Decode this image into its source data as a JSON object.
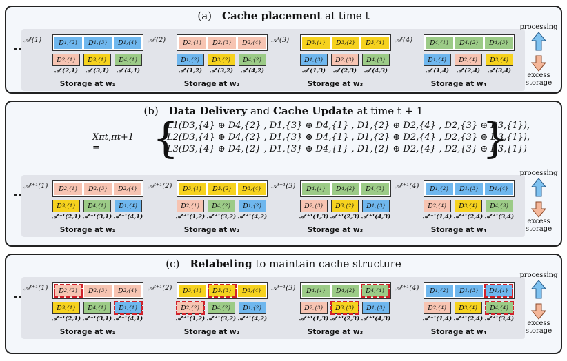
{
  "panels": [
    {
      "title": {
        "prefix": "(a)",
        "bold": "Cache placement",
        "rest": "at time t"
      },
      "workers": [
        {
          "top_label": "𝒜ᵗ(1)",
          "top": [
            {
              "t": "D1,{2}",
              "c": "blue"
            },
            {
              "t": "D1,{3}",
              "c": "blue"
            },
            {
              "t": "D1,{4}",
              "c": "blue"
            }
          ],
          "bottom": [
            {
              "t": "D2,{1}",
              "c": "pink",
              "l": "𝒜ᵗ(2,1)"
            },
            {
              "t": "D3,{1}",
              "c": "yellow",
              "l": "𝒜ᵗ(3,1)"
            },
            {
              "t": "D4,{1}",
              "c": "green",
              "l": "𝒜ᵗ(4,1)"
            }
          ],
          "storage": "Storage at w₁"
        },
        {
          "top_label": "𝒜ᵗ(2)",
          "top": [
            {
              "t": "D2,{1}",
              "c": "pink"
            },
            {
              "t": "D2,{3}",
              "c": "pink"
            },
            {
              "t": "D2,{4}",
              "c": "pink"
            }
          ],
          "bottom": [
            {
              "t": "D1,{2}",
              "c": "blue",
              "l": "𝒜ᵗ(1,2)"
            },
            {
              "t": "D3,{2}",
              "c": "yellow",
              "l": "𝒜ᵗ(3,2)"
            },
            {
              "t": "D4,{2}",
              "c": "green",
              "l": "𝒜ᵗ(4,2)"
            }
          ],
          "storage": "Storage at w₂"
        },
        {
          "top_label": "𝒜ᵗ(3)",
          "top": [
            {
              "t": "D3,{1}",
              "c": "yellow"
            },
            {
              "t": "D3,{2}",
              "c": "yellow"
            },
            {
              "t": "D3,{4}",
              "c": "yellow"
            }
          ],
          "bottom": [
            {
              "t": "D1,{3}",
              "c": "blue",
              "l": "𝒜ᵗ(1,3)"
            },
            {
              "t": "D2,{3}",
              "c": "pink",
              "l": "𝒜ᵗ(2,3)"
            },
            {
              "t": "D4,{3}",
              "c": "green",
              "l": "𝒜ᵗ(4,3)"
            }
          ],
          "storage": "Storage at w₃"
        },
        {
          "top_label": "𝒜ᵗ(4)",
          "top": [
            {
              "t": "D4,{1}",
              "c": "green"
            },
            {
              "t": "D4,{2}",
              "c": "green"
            },
            {
              "t": "D4,{3}",
              "c": "green"
            }
          ],
          "bottom": [
            {
              "t": "D1,{4}",
              "c": "blue",
              "l": "𝒜ᵗ(1,4)"
            },
            {
              "t": "D2,{4}",
              "c": "pink",
              "l": "𝒜ᵗ(2,4)"
            },
            {
              "t": "D3,{4}",
              "c": "yellow",
              "l": "𝒜ᵗ(3,4)"
            }
          ],
          "storage": "Storage at w₄"
        }
      ]
    },
    {
      "title": {
        "prefix": "(b)",
        "bold": "Data Delivery",
        "mid": "and",
        "bold2": "Cache Update",
        "rest": "at time t + 1"
      },
      "equation": {
        "lhs": "Xπt,πt+1 =",
        "lines": [
          "L1(D3,{4} ⊕ D4,{2} ,  D1,{3} ⊕ D4,{1} ,  D1,{2} ⊕ D2,{4} ,  D2,{3} ⊕ D3,{1}),",
          "L2(D3,{4} ⊕ D4,{2} ,  D1,{3} ⊕ D4,{1} ,  D1,{2} ⊕ D2,{4} ,  D2,{3} ⊕ D3,{1}),",
          "L3(D3,{4} ⊕ D4,{2} ,  D1,{3} ⊕ D4,{1} ,  D1,{2} ⊕ D2,{4} ,  D2,{3} ⊕ D3,{1})"
        ]
      },
      "workers": [
        {
          "top_label": "𝒜ᵗ⁺¹(1)",
          "top": [
            {
              "t": "D2,{1}",
              "c": "pink"
            },
            {
              "t": "D2,{3}",
              "c": "pink"
            },
            {
              "t": "D2,{4}",
              "c": "pink"
            }
          ],
          "bottom": [
            {
              "t": "D3,{1}",
              "c": "yellow",
              "l": "𝒜ᵗ⁺¹(2,1)"
            },
            {
              "t": "D4,{1}",
              "c": "green",
              "l": "𝒜ᵗ⁺¹(3,1)"
            },
            {
              "t": "D1,{4}",
              "c": "blue",
              "l": "𝒜ᵗ⁺¹(4,1)"
            }
          ],
          "storage": "Storage at w₁"
        },
        {
          "top_label": "𝒜ᵗ⁺¹(2)",
          "top": [
            {
              "t": "D3,{1}",
              "c": "yellow"
            },
            {
              "t": "D3,{2}",
              "c": "yellow"
            },
            {
              "t": "D3,{4}",
              "c": "yellow"
            }
          ],
          "bottom": [
            {
              "t": "D2,{1}",
              "c": "pink",
              "l": "𝒜ᵗ⁺¹(1,2)"
            },
            {
              "t": "D4,{2}",
              "c": "green",
              "l": "𝒜ᵗ⁺¹(3,2)"
            },
            {
              "t": "D1,{2}",
              "c": "blue",
              "l": "𝒜ᵗ⁺¹(4,2)"
            }
          ],
          "storage": "Storage at w₂"
        },
        {
          "top_label": "𝒜ᵗ⁺¹(3)",
          "top": [
            {
              "t": "D4,{1}",
              "c": "green"
            },
            {
              "t": "D4,{2}",
              "c": "green"
            },
            {
              "t": "D4,{3}",
              "c": "green"
            }
          ],
          "bottom": [
            {
              "t": "D2,{3}",
              "c": "pink",
              "l": "𝒜ᵗ⁺¹(1,3)"
            },
            {
              "t": "D3,{2}",
              "c": "yellow",
              "l": "𝒜ᵗ⁺¹(2,3)"
            },
            {
              "t": "D1,{3}",
              "c": "blue",
              "l": "𝒜ᵗ⁺¹(4,3)"
            }
          ],
          "storage": "Storage at w₃"
        },
        {
          "top_label": "𝒜ᵗ⁺¹(4)",
          "top": [
            {
              "t": "D1,{2}",
              "c": "blue"
            },
            {
              "t": "D1,{3}",
              "c": "blue"
            },
            {
              "t": "D1,{4}",
              "c": "blue"
            }
          ],
          "bottom": [
            {
              "t": "D2,{4}",
              "c": "pink",
              "l": "𝒜ᵗ⁺¹(1,4)"
            },
            {
              "t": "D3,{4}",
              "c": "yellow",
              "l": "𝒜ᵗ⁺¹(2,4)"
            },
            {
              "t": "D4,{3}",
              "c": "green",
              "l": "𝒜ᵗ⁺¹(3,4)"
            }
          ],
          "storage": "Storage at w₄"
        }
      ]
    },
    {
      "title": {
        "prefix": "(c)",
        "bold": "Relabeling",
        "rest": "to maintain cache structure"
      },
      "workers": [
        {
          "top_label": "𝒜ᵗ⁺¹(1)",
          "top": [
            {
              "t": "D2,{2}",
              "c": "pink",
              "d": true
            },
            {
              "t": "D2,{3}",
              "c": "pink"
            },
            {
              "t": "D2,{4}",
              "c": "pink"
            }
          ],
          "bottom": [
            {
              "t": "D3,{1}",
              "c": "yellow",
              "l": "𝒜ᵗ⁺¹(2,1)"
            },
            {
              "t": "D4,{1}",
              "c": "green",
              "l": "𝒜ᵗ⁺¹(3,1)"
            },
            {
              "t": "D1,{1}",
              "c": "blue",
              "l": "𝒜ᵗ⁺¹(4,1)",
              "d": true
            }
          ],
          "storage": "Storage at w₁"
        },
        {
          "top_label": "𝒜ᵗ⁺¹(2)",
          "top": [
            {
              "t": "D3,{1}",
              "c": "yellow"
            },
            {
              "t": "D3,{3}",
              "c": "yellow",
              "d": true
            },
            {
              "t": "D3,{4}",
              "c": "yellow"
            }
          ],
          "bottom": [
            {
              "t": "D2,{2}",
              "c": "pink",
              "l": "𝒜ᵗ⁺¹(1,2)",
              "d": true
            },
            {
              "t": "D4,{2}",
              "c": "green",
              "l": "𝒜ᵗ⁺¹(3,2)"
            },
            {
              "t": "D1,{2}",
              "c": "blue",
              "l": "𝒜ᵗ⁺¹(4,2)"
            }
          ],
          "storage": "Storage at w₂"
        },
        {
          "top_label": "𝒜ᵗ⁺¹(3)",
          "top": [
            {
              "t": "D4,{1}",
              "c": "green"
            },
            {
              "t": "D4,{2}",
              "c": "green"
            },
            {
              "t": "D4,{4}",
              "c": "green",
              "d": true
            }
          ],
          "bottom": [
            {
              "t": "D2,{3}",
              "c": "pink",
              "l": "𝒜ᵗ⁺¹(1,3)"
            },
            {
              "t": "D3,{3}",
              "c": "yellow",
              "l": "𝒜ᵗ⁺¹(2,3)",
              "d": true
            },
            {
              "t": "D1,{3}",
              "c": "blue",
              "l": "𝒜ᵗ⁺¹(4,3)"
            }
          ],
          "storage": "Storage at w₃"
        },
        {
          "top_label": "𝒜ᵗ⁺¹(4)",
          "top": [
            {
              "t": "D1,{2}",
              "c": "blue"
            },
            {
              "t": "D1,{3}",
              "c": "blue"
            },
            {
              "t": "D1,{1}",
              "c": "blue",
              "d": true
            }
          ],
          "bottom": [
            {
              "t": "D2,{4}",
              "c": "pink",
              "l": "𝒜ᵗ⁺¹(1,4)"
            },
            {
              "t": "D3,{4}",
              "c": "yellow",
              "l": "𝒜ᵗ⁺¹(2,4)"
            },
            {
              "t": "D4,{4}",
              "c": "green",
              "l": "𝒜ᵗ⁺¹(3,4)",
              "d": true
            }
          ],
          "storage": "Storage at w₄"
        }
      ]
    }
  ],
  "legend": {
    "up": "processing",
    "down": "excess storage"
  },
  "colors": {
    "blue": "#6fb7ee",
    "pink": "#f7c4b2",
    "yellow": "#f6d21e",
    "green": "#9ccb87",
    "dashed": "#d0212a"
  }
}
